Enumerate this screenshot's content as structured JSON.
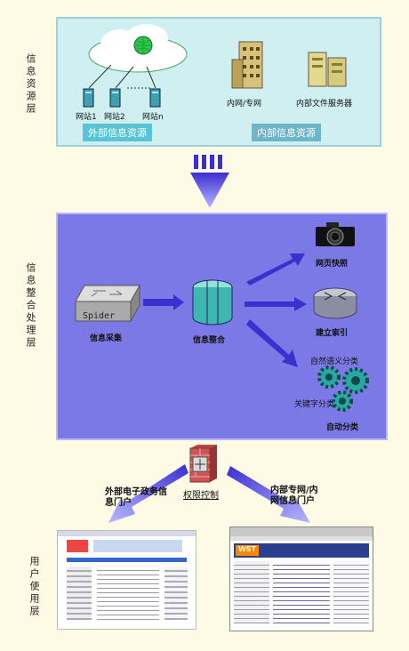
{
  "layers": {
    "resource": "信息资源层",
    "integration": "信息整合处理层",
    "user": "用户使用层"
  },
  "resource_panel": {
    "external_tag": "外部信息资源",
    "internal_tag": "内部信息资源",
    "sites": [
      "网站1",
      "网站2",
      "网站n"
    ],
    "intranet_label": "内网/专网",
    "file_server_label": "内部文件服务器"
  },
  "integration_panel": {
    "spider_text": "Spider",
    "collect_label": "信息采集",
    "integrate_label": "信息整合",
    "snapshot_label": "网页快照",
    "index_label": "建立索引",
    "nl_label": "自然语义分类",
    "keyword_label": "关键字分类",
    "auto_label": "自动分类"
  },
  "user_layer": {
    "access_label": "权限控制",
    "external_portal": "外部电子政务信息门户",
    "internal_portal": "内部专网/内网信息门户",
    "site_banner": "WST"
  },
  "colors": {
    "resource_bg": "#cfeff0",
    "integration_bg": "#7b79e6",
    "external_tag": "#5bc3d6",
    "internal_tag": "#6fb5c9",
    "arrow": "#3b2fd0"
  }
}
